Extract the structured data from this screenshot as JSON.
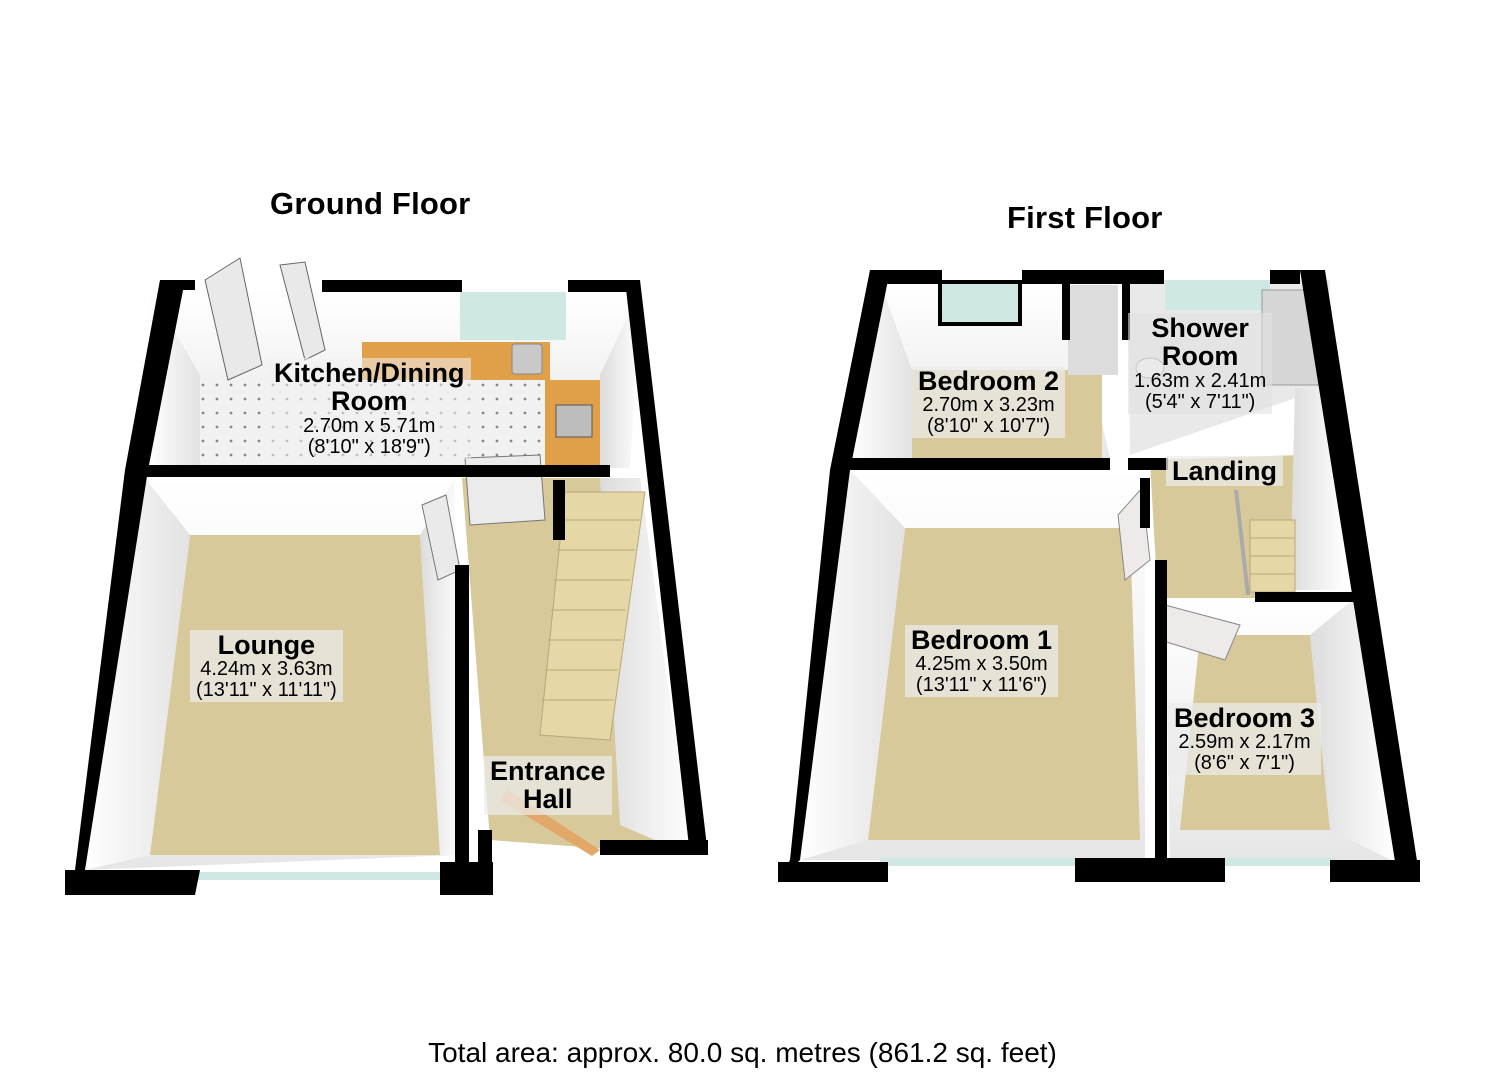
{
  "floors": [
    {
      "title": "Ground Floor",
      "rooms": [
        {
          "name": "Kitchen/Dining Room",
          "name_line1": "Kitchen/Dining",
          "name_line2": "Room",
          "metric": "2.70m x 5.71m",
          "imperial": "(8'10\" x 18'9\")"
        },
        {
          "name": "Lounge",
          "name_line1": "Lounge",
          "metric": "4.24m x 3.63m",
          "imperial": "(13'11\" x 11'11\")"
        },
        {
          "name": "Entrance Hall",
          "name_line1": "Entrance",
          "name_line2": "Hall"
        }
      ]
    },
    {
      "title": "First Floor",
      "rooms": [
        {
          "name": "Bedroom 2",
          "name_line1": "Bedroom 2",
          "metric": "2.70m x 3.23m",
          "imperial": "(8'10\" x 10'7\")"
        },
        {
          "name": "Shower Room",
          "name_line1": "Shower",
          "name_line2": "Room",
          "metric": "1.63m x 2.41m",
          "imperial": "(5'4\" x 7'11\")"
        },
        {
          "name": "Landing",
          "name_line1": "Landing"
        },
        {
          "name": "Bedroom 1",
          "name_line1": "Bedroom 1",
          "metric": "4.25m x 3.50m",
          "imperial": "(13'11\" x 11'6\")"
        },
        {
          "name": "Bedroom 3",
          "name_line1": "Bedroom 3",
          "metric": "2.59m x 2.17m",
          "imperial": "(8'6\" x 7'1\")"
        }
      ]
    }
  ],
  "footer": {
    "total_area": "Total area: approx. 80.0 sq. metres (861.2 sq. feet)"
  },
  "colors": {
    "wall": "#000000",
    "carpet": "#d8c99a",
    "wall_face": "#f2f2f2",
    "worktop": "#e0a04a",
    "glass": "#cfe8e4",
    "tile": "#eeeeee"
  }
}
